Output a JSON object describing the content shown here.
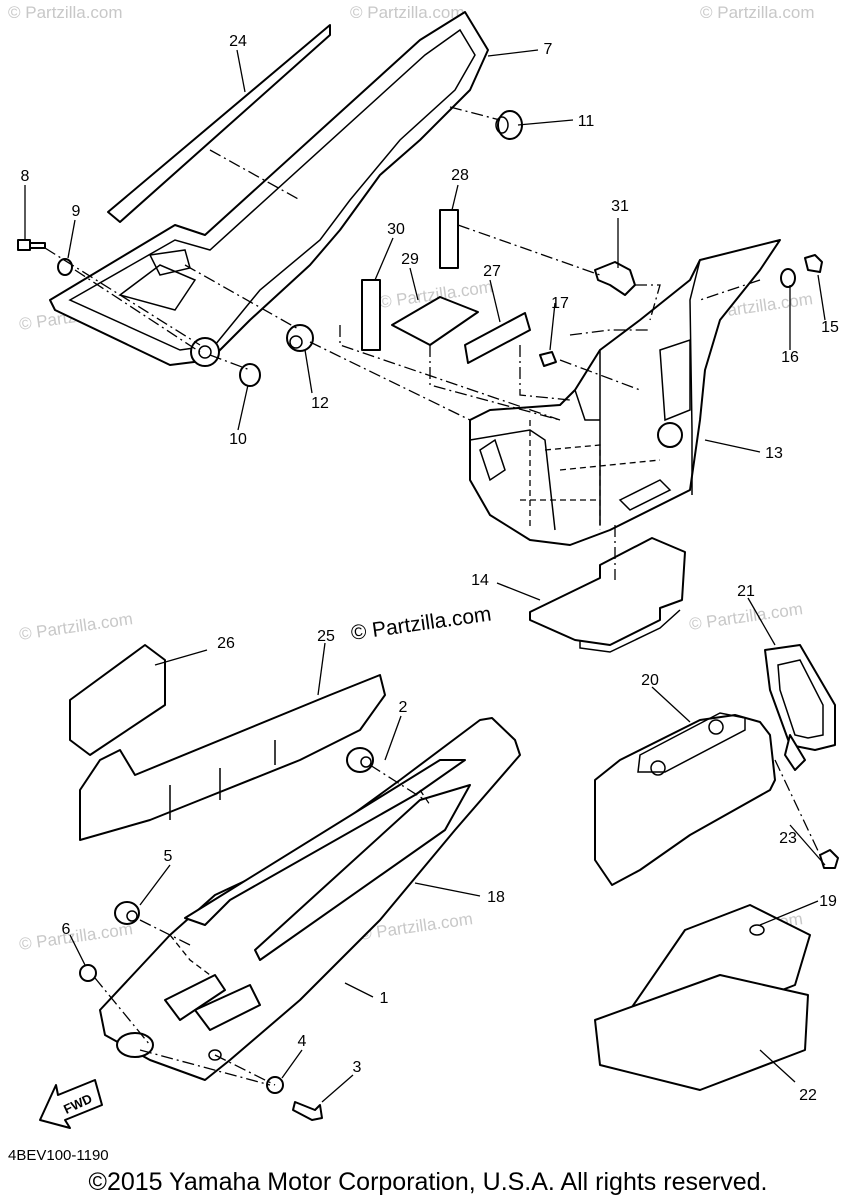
{
  "diagram": {
    "part_numbers": {
      "p1": "1",
      "p2": "2",
      "p3": "3",
      "p4": "4",
      "p5": "5",
      "p6": "6",
      "p7": "7",
      "p8": "8",
      "p9": "9",
      "p10": "10",
      "p11": "11",
      "p12": "12",
      "p13": "13",
      "p14": "14",
      "p15": "15",
      "p16": "16",
      "p17": "17",
      "p18": "18",
      "p19": "19",
      "p20": "20",
      "p21": "21",
      "p22": "22",
      "p23": "23",
      "p24": "24",
      "p25": "25",
      "p26": "26",
      "p27": "27",
      "p28": "28",
      "p29": "29",
      "p30": "30",
      "p31": "31"
    },
    "watermark_main": "© Partzilla.com",
    "watermark_faint": "© Partzilla.com",
    "fwd_label": "FWD",
    "diagram_code": "4BEV100-1190",
    "copyright": "©2015 Yamaha Motor Corporation, U.S.A. All rights reserved."
  }
}
